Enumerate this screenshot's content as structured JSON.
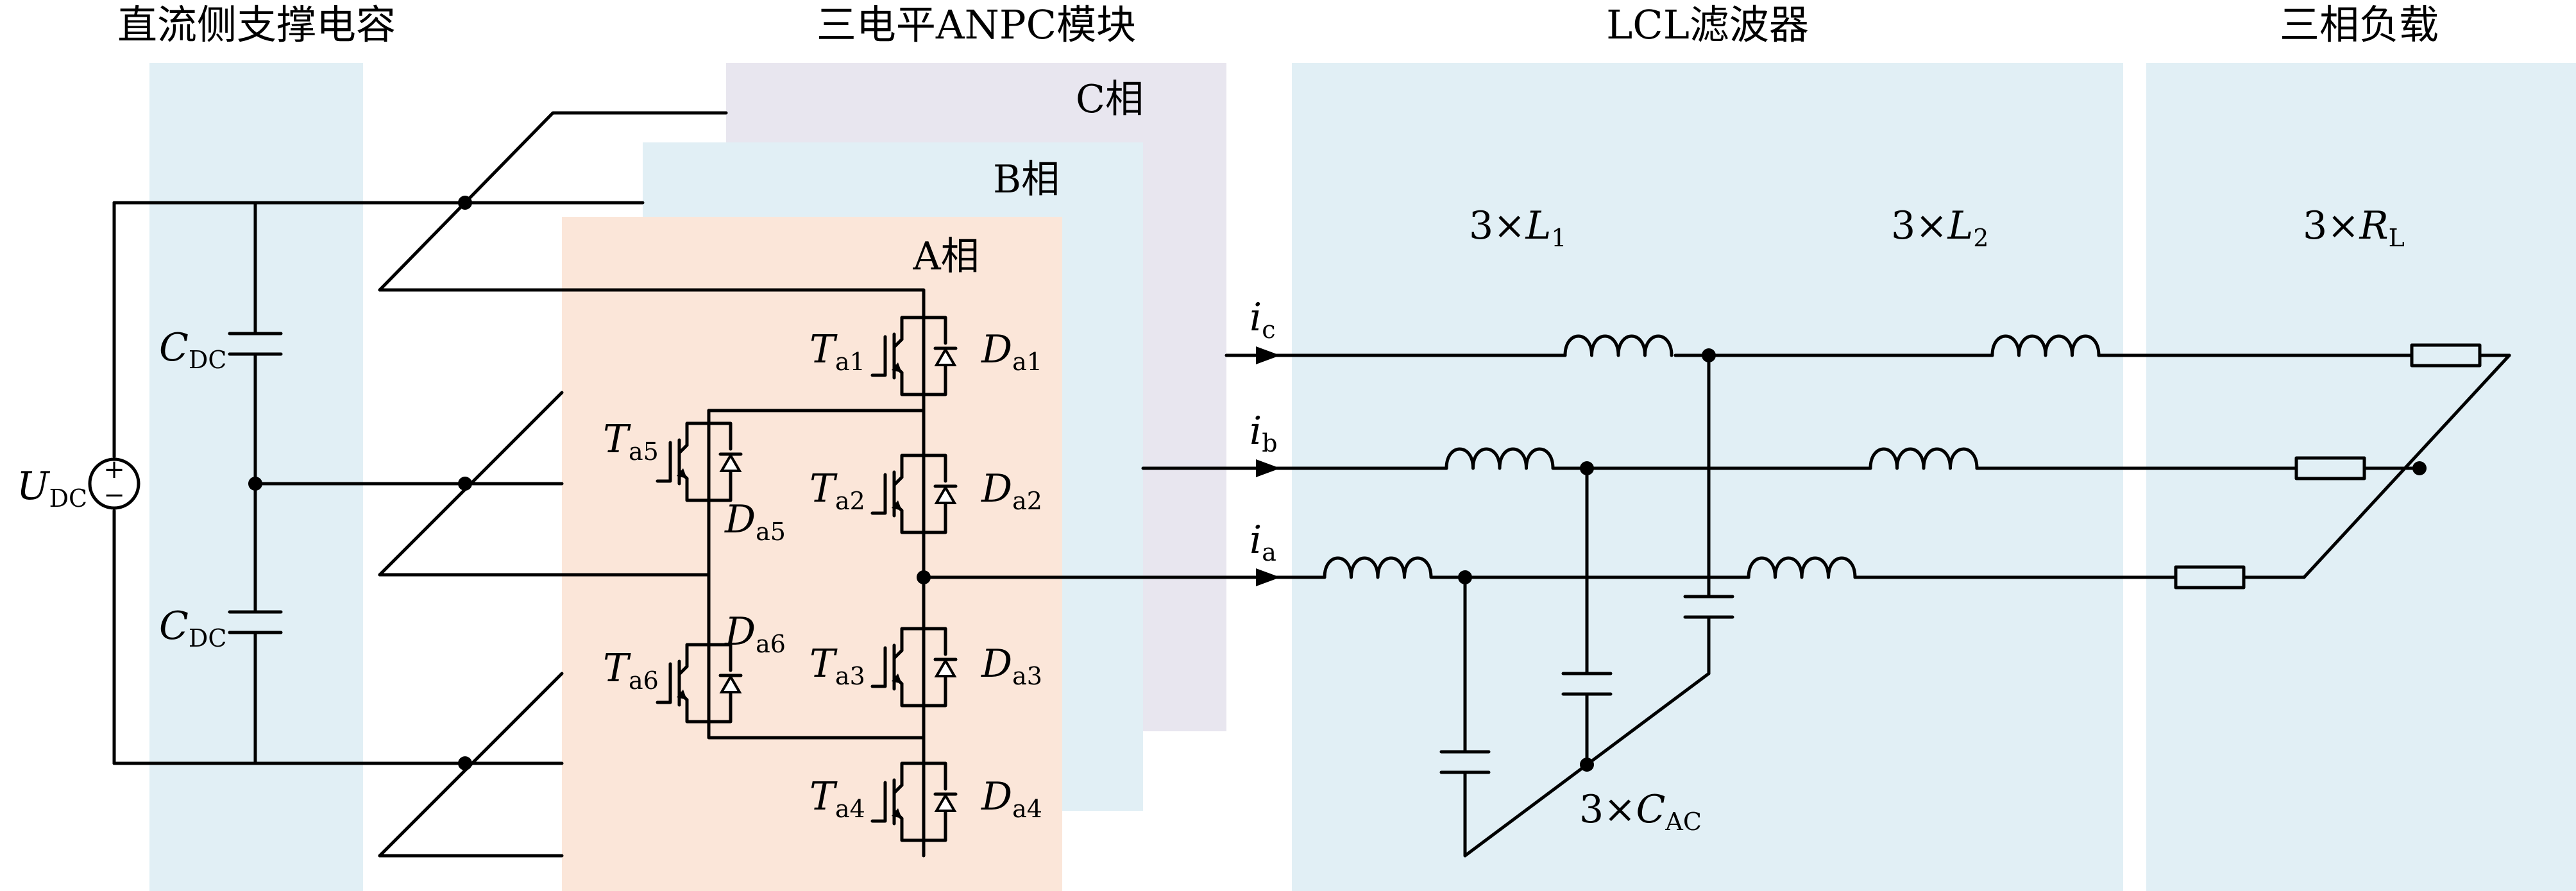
{
  "colors": {
    "dc_panel": "#e1eff5",
    "lcl_panel": "#e1eff5",
    "load_panel": "#e1eff5",
    "phase_c_panel": "#e8e6ef",
    "phase_b_panel": "#e1eff5",
    "phase_a_panel": "#fbe6d9",
    "wire": "#000000"
  },
  "sections": {
    "dc_capacitor": "直流侧支撑电容",
    "anpc_module": "三电平ANPC模块",
    "lcl_filter": "LCL滤波器",
    "load": "三相负载"
  },
  "phases": {
    "c": "C相",
    "b": "B相",
    "a": "A相"
  },
  "source": {
    "name": "U",
    "sub": "DC",
    "plus": "+",
    "minus": "−"
  },
  "capacitors": {
    "upper": {
      "name": "C",
      "sub": "DC"
    },
    "lower": {
      "name": "C",
      "sub": "DC"
    }
  },
  "switches": [
    {
      "t": "T",
      "tsub": "a1",
      "d": "D",
      "dsub": "a1"
    },
    {
      "t": "T",
      "tsub": "a2",
      "d": "D",
      "dsub": "a2"
    },
    {
      "t": "T",
      "tsub": "a3",
      "d": "D",
      "dsub": "a3"
    },
    {
      "t": "T",
      "tsub": "a4",
      "d": "D",
      "dsub": "a4"
    },
    {
      "t": "T",
      "tsub": "a5",
      "d": "D",
      "dsub": "a5"
    },
    {
      "t": "T",
      "tsub": "a6",
      "d": "D",
      "dsub": "a6"
    }
  ],
  "currents": [
    {
      "name": "i",
      "sub": "c"
    },
    {
      "name": "i",
      "sub": "b"
    },
    {
      "name": "i",
      "sub": "a"
    }
  ],
  "filter": {
    "l1": {
      "prefix": "3×",
      "name": "L",
      "sub": "1"
    },
    "l2": {
      "prefix": "3×",
      "name": "L",
      "sub": "2"
    },
    "cac": {
      "prefix": "3×",
      "name": "C",
      "sub": "AC"
    }
  },
  "load_label": {
    "prefix": "3×",
    "name": "R",
    "sub": "L"
  }
}
